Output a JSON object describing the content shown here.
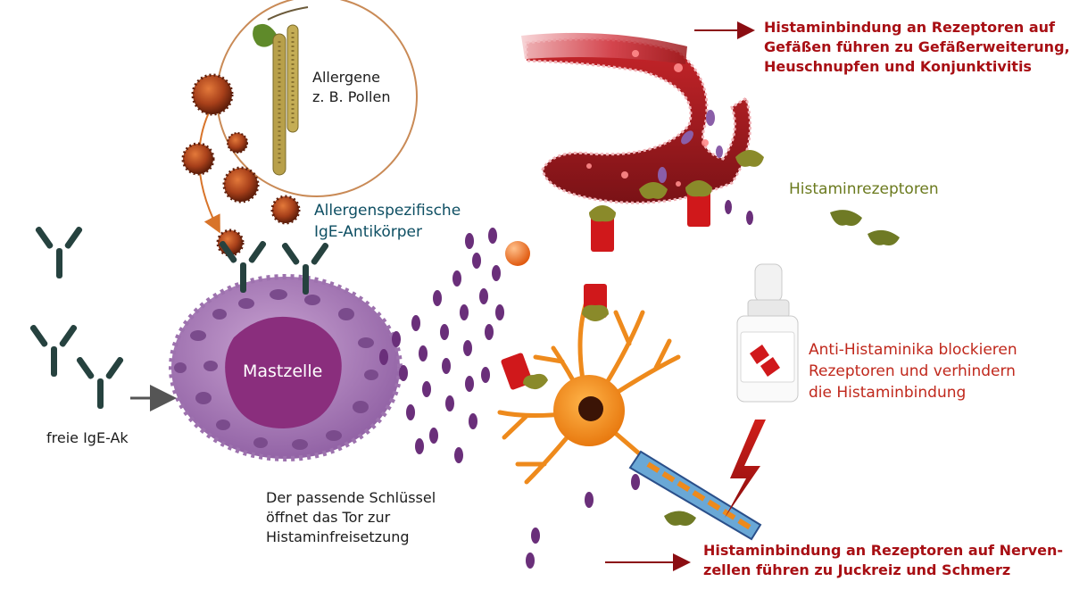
{
  "labels": {
    "allergen": [
      "Allergene",
      "z. B. Pollen"
    ],
    "ige_specific": [
      "Allergenspezifische",
      "IgE-Antikörper"
    ],
    "free_ige": "freie IgE-Ak",
    "mast_cell": "Mastzelle",
    "key": [
      "Der passende Schlüssel",
      "öffnet das Tor zur",
      "Histaminfreisetzung"
    ],
    "vessel_effect": [
      "Histaminbindung an Rezeptoren auf",
      "Gefäßen führen zu Gefäßerweiterung,",
      "Heuschnupfen und Konjunktivitis"
    ],
    "receptors": "Histaminrezeptoren",
    "antihistamine": [
      "Anti-Histaminika blockieren",
      "Rezeptoren und verhindern",
      "die Histaminbindung"
    ],
    "nerve_effect": [
      "Histaminbindung an Rezeptoren auf Nerven-",
      "zellen führen zu Juckreiz und Schmerz"
    ]
  },
  "colors": {
    "vessel": "#9b1b1e",
    "histamine": "#6a2f7a",
    "mast_cell": "#b48ac0",
    "neuron": "#ee8a1c",
    "receptor": "#8a8a2a",
    "antibody": "#26423f",
    "arrow": "#8b0d12"
  }
}
